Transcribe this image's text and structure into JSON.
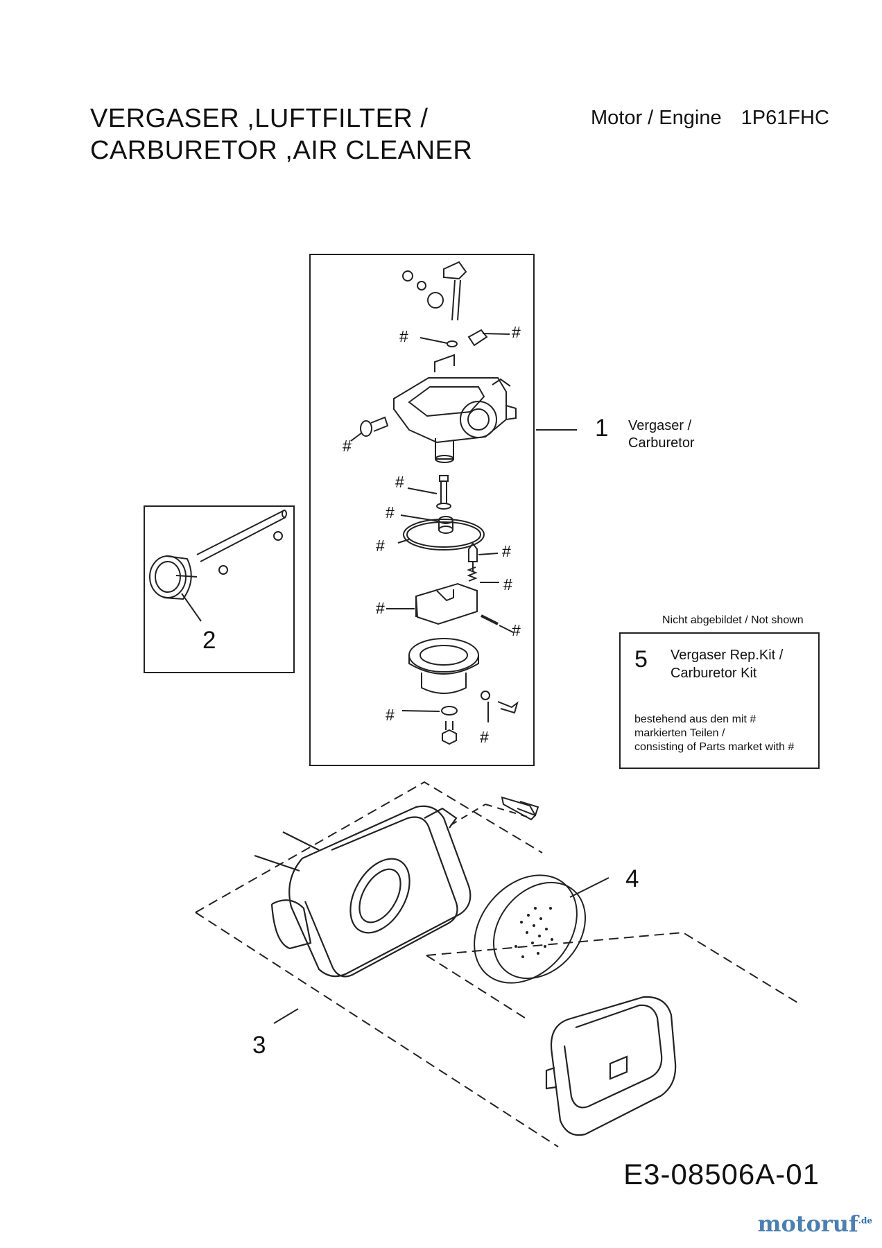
{
  "title": {
    "line1": "VERGASER ,LUFTFILTER /",
    "line2": "CARBURETOR ,AIR CLEANER"
  },
  "engine": {
    "label": "Motor / Engine",
    "model": "1P61FHC"
  },
  "callouts": [
    {
      "num": "1",
      "line1": "Vergaser  /",
      "line2": "Carburetor"
    },
    {
      "num": "2"
    },
    {
      "num": "3"
    },
    {
      "num": "4"
    }
  ],
  "hash_mark": "#",
  "kit": {
    "note": "Nicht abgebildet / Not shown",
    "num": "5",
    "title_line1": "Vergaser Rep.Kit /",
    "title_line2": "Carburetor Kit",
    "desc_line1": "bestehend aus den mit #",
    "desc_line2": "markierten Teilen /",
    "desc_line3": "consisting of Parts market with #"
  },
  "doc_id": "E3-08506A-01",
  "brand": {
    "name": "motoruf",
    "suffix": ".de",
    "color": "#4b7fb0"
  }
}
